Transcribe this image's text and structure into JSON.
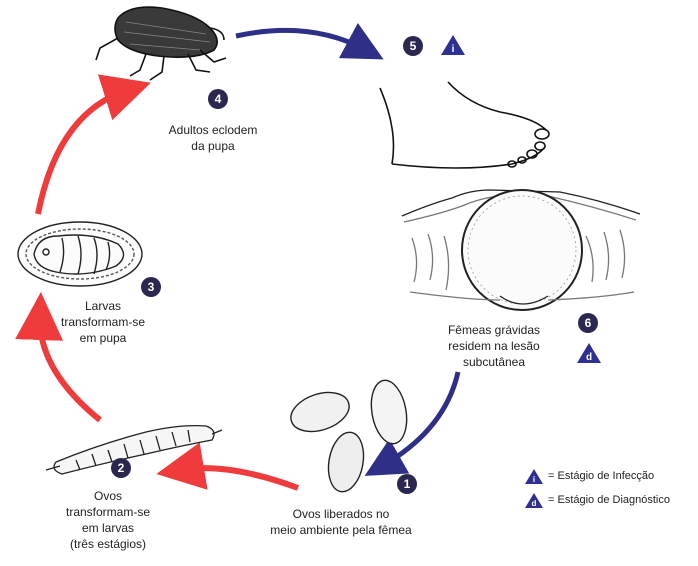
{
  "stages": [
    {
      "number": "1",
      "label": "Ovos liberados no\nmeio ambiente pela fêmea"
    },
    {
      "number": "2",
      "label": "Ovos\ntransformam-se\nem larvas\n(três estágios)"
    },
    {
      "number": "3",
      "label": "Larvas\ntransformam-se\nem pupa"
    },
    {
      "number": "4",
      "label": "Adultos eclodem\nda pupa"
    },
    {
      "number": "5",
      "label": ""
    },
    {
      "number": "6",
      "label": "Fêmeas grávidas\nresidem na lesão\nsubcutânea"
    }
  ],
  "markers": {
    "infection": "i",
    "diagnostic": "d"
  },
  "legend": {
    "infection": "= Estágio de Infecção",
    "diagnostic": "= Estágio de Diagnóstico"
  },
  "colors": {
    "red_arrow": "#ef3b3b",
    "blue_arrow": "#2f2f88",
    "badge": "#2b2850",
    "marker": "#2e3192"
  }
}
